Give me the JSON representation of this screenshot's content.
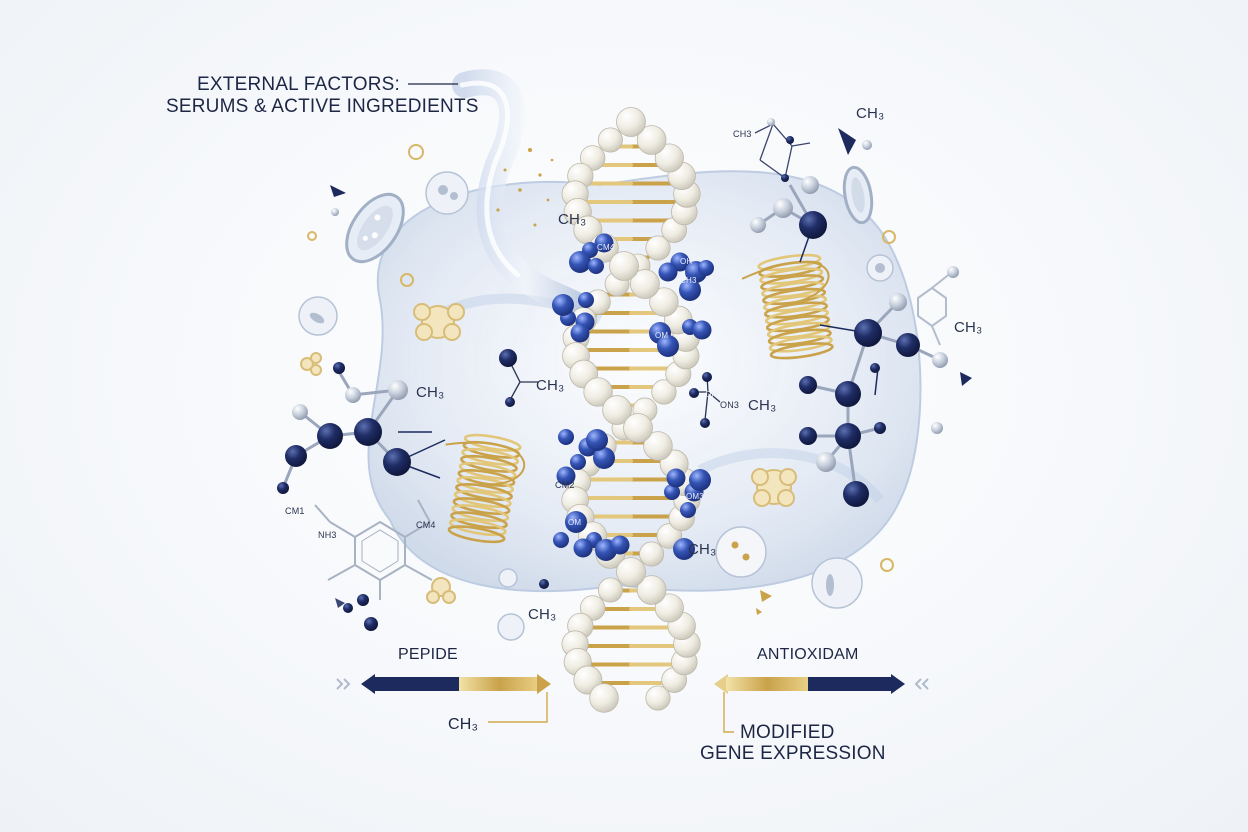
{
  "diagram": {
    "external_label_line1": "EXTERNAL FACTORS:",
    "external_label_line2": "SERUMS & ACTIVE INGREDIENTS",
    "left_arrow_label": "PEPIDE",
    "right_arrow_label": "ANTIOXIDAM",
    "bottom_left_label": "CH₃",
    "modified_line1": "MODIFIED",
    "modified_line2": "GENE EXPRESSION",
    "methyl_labels": [
      "CH₃",
      "CH₃",
      "CH₃",
      "CH₃",
      "CH₃",
      "CH₃",
      "CH₃",
      "CH₃",
      "CH₃"
    ],
    "small_labels": [
      "CH3",
      "CM1",
      "CM4",
      "CH3",
      "OM",
      "CM4",
      "CM2",
      "OM",
      "OH",
      "OH",
      "CMI",
      "NH3",
      "OM3",
      "ON3"
    ],
    "colors": {
      "navy": "#1c2a5e",
      "royal_blue": "#2d4fa6",
      "gold": "#c9a24a",
      "pearl": "#f1efe6",
      "silver": "#b8c2d2"
    }
  }
}
